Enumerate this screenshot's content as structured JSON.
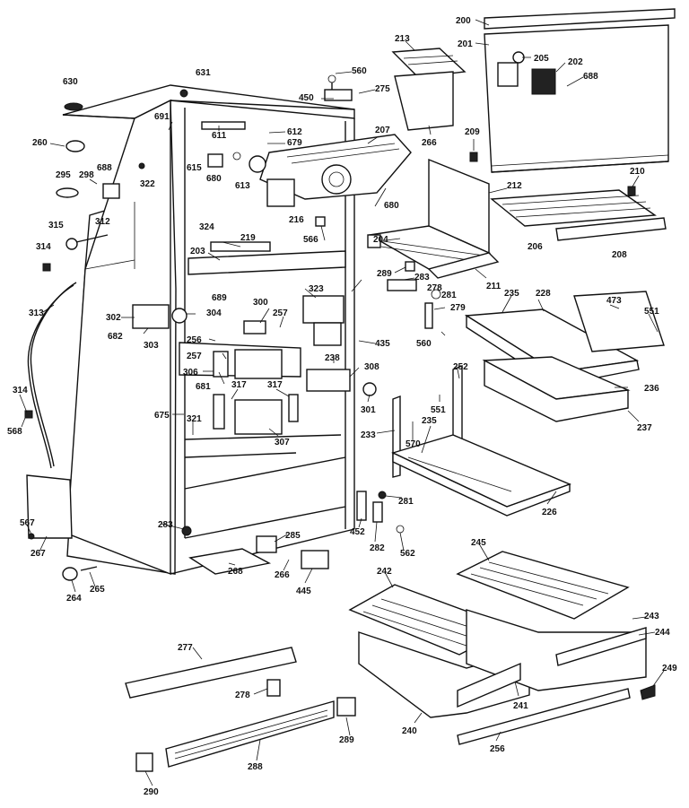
{
  "labels": [
    "200",
    "201",
    "205",
    "202",
    "688",
    "213",
    "560",
    "275",
    "450",
    "266",
    "209",
    "630",
    "631",
    "691",
    "611",
    "612",
    "679",
    "207",
    "260",
    "298",
    "688",
    "295",
    "322",
    "615",
    "680",
    "613",
    "216",
    "210",
    "212",
    "324",
    "680",
    "315",
    "312",
    "219",
    "566",
    "204",
    "206",
    "208",
    "314",
    "203",
    "289",
    "211",
    "283",
    "313",
    "689",
    "323",
    "278",
    "281",
    "235",
    "228",
    "473",
    "551",
    "302",
    "304",
    "300",
    "257",
    "279",
    "682",
    "303",
    "256",
    "435",
    "257",
    "560",
    "306",
    "308",
    "238",
    "681",
    "252",
    "301",
    "314",
    "317",
    "317",
    "236",
    "551",
    "568",
    "675",
    "321",
    "307",
    "233",
    "570",
    "235",
    "237",
    "281",
    "226",
    "567",
    "283",
    "285",
    "452",
    "282",
    "562",
    "245",
    "242",
    "267",
    "264",
    "265",
    "268",
    "266",
    "445",
    "243",
    "244",
    "277",
    "241",
    "278",
    "249",
    "240",
    "289",
    "256",
    "288",
    "290"
  ]
}
